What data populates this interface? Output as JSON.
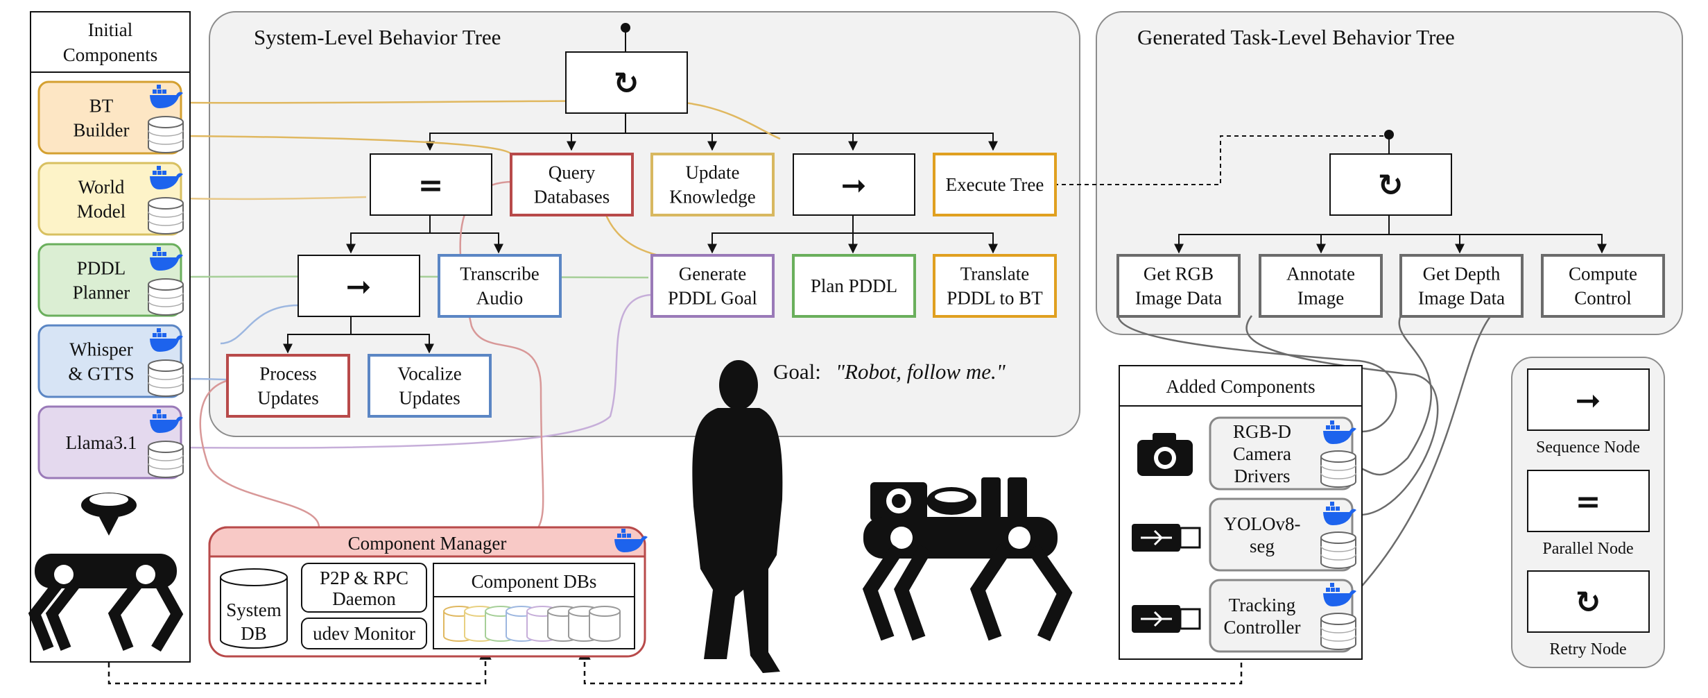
{
  "system_tree": {
    "title": "System-Level Behavior Tree",
    "goal_prefix": "Goal: ",
    "goal_quote": "\"Robot, follow me.\"",
    "nodes": {
      "query_databases": [
        "Query",
        "Databases"
      ],
      "update_knowledge": [
        "Update",
        "Knowledge"
      ],
      "execute_tree": [
        "Execute Tree"
      ],
      "transcribe_audio": [
        "Transcribe",
        "Audio"
      ],
      "generate_pddl_goal": [
        "Generate",
        "PDDL Goal"
      ],
      "plan_pddl": [
        "Plan PDDL"
      ],
      "translate_pddl": [
        "Translate",
        "PDDL to BT"
      ],
      "process_updates": [
        "Process",
        "Updates"
      ],
      "vocalize_updates": [
        "Vocalize",
        "Updates"
      ]
    },
    "symbols": {
      "retry": "↻",
      "parallel": "=",
      "sequence": "➞"
    }
  },
  "task_tree": {
    "title": "Generated Task-Level Behavior Tree",
    "nodes": {
      "get_rgb": [
        "Get RGB",
        "Image Data"
      ],
      "annotate": [
        "Annotate",
        "Image"
      ],
      "get_depth": [
        "Get Depth",
        "Image Data"
      ],
      "compute_control": [
        "Compute",
        "Control"
      ]
    }
  },
  "initial_components": {
    "title": [
      "Initial",
      "Components"
    ],
    "items": [
      {
        "label": [
          "BT",
          "Builder"
        ],
        "color": "#d4a030",
        "fill": "#fde6c4"
      },
      {
        "label": [
          "World",
          "Model"
        ],
        "color": "#d8c060",
        "fill": "#fdf3c8"
      },
      {
        "label": [
          "PDDL",
          "Planner"
        ],
        "color": "#6aaf5c",
        "fill": "#dbeed3"
      },
      {
        "label": [
          "Whisper",
          "& GTTS"
        ],
        "color": "#5b86c4",
        "fill": "#d7e4f5"
      },
      {
        "label": [
          "Llama3.1"
        ],
        "color": "#9a7ab8",
        "fill": "#e4d9ee"
      }
    ]
  },
  "component_manager": {
    "title": "Component Manager",
    "system_db": [
      "System",
      "DB"
    ],
    "daemon": [
      "P2P & RPC",
      "Daemon"
    ],
    "udev": "udev Monitor",
    "component_dbs": "Component DBs"
  },
  "added_components": {
    "title": "Added Components",
    "items": [
      {
        "label": [
          "RGB-D",
          "Camera",
          "Drivers"
        ],
        "device": "camera-icon"
      },
      {
        "label": [
          "YOLOv8-",
          "seg"
        ],
        "device": "usb-icon"
      },
      {
        "label": [
          "Tracking",
          "Controller"
        ],
        "device": "usb-icon"
      }
    ]
  },
  "legend": {
    "sequence": "Sequence Node",
    "parallel": "Parallel Node",
    "retry": "Retry Node"
  },
  "colors": {
    "red": "#b84a4a",
    "orange": "#e0a020",
    "yellow": "#d8b860",
    "blue": "#5b86c4",
    "purple": "#9a7ab8",
    "green": "#6aaf5c",
    "gray": "#6b6b6b",
    "docker": "#1d63ed"
  }
}
